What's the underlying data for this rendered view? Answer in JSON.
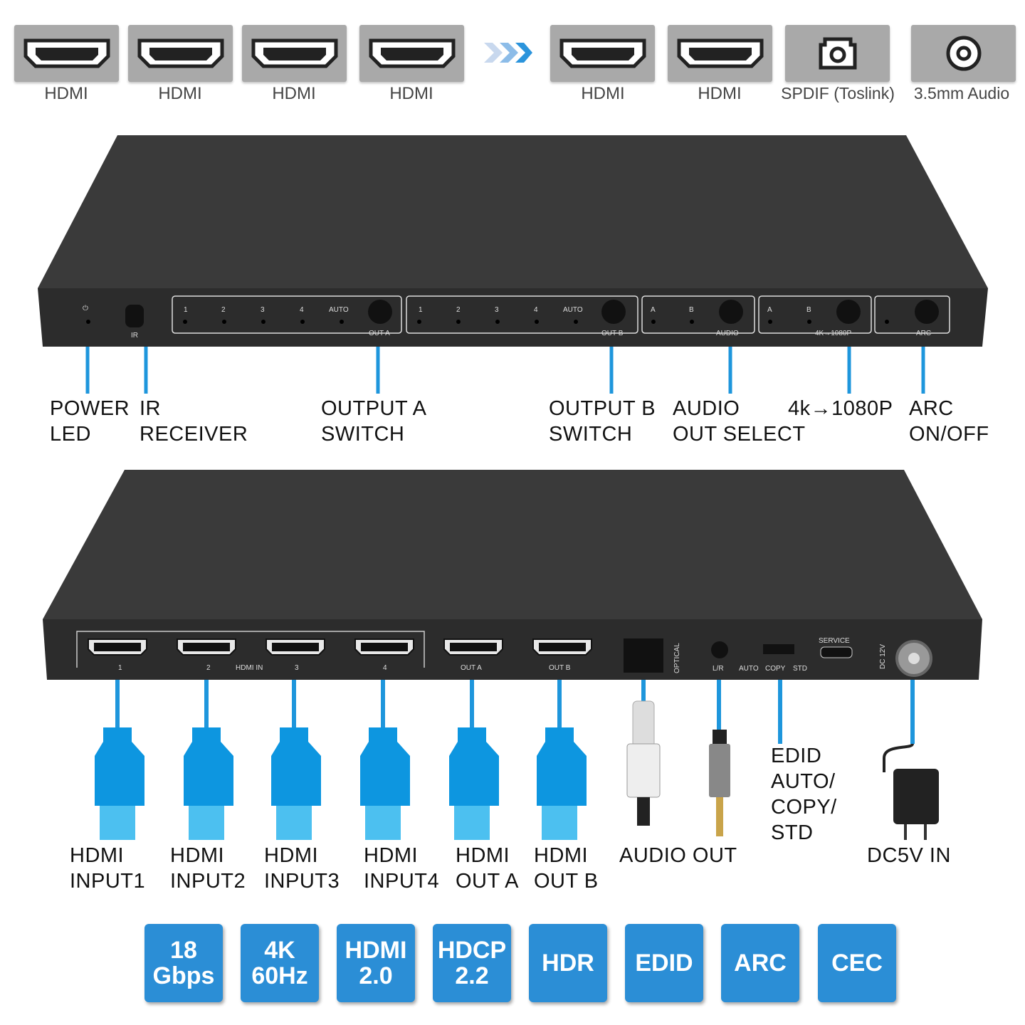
{
  "ports_top": [
    {
      "label": "HDMI",
      "icon": "hdmi-port-icon"
    },
    {
      "label": "HDMI",
      "icon": "hdmi-port-icon"
    },
    {
      "label": "HDMI",
      "icon": "hdmi-port-icon"
    },
    {
      "label": "HDMI",
      "icon": "hdmi-port-icon"
    },
    {
      "label": "HDMI",
      "icon": "hdmi-port-icon"
    },
    {
      "label": "HDMI",
      "icon": "hdmi-port-icon"
    },
    {
      "label": "SPDIF (Toslink)",
      "icon": "toslink-port-icon"
    },
    {
      "label": "3.5mm Audio",
      "icon": "audio-jack-icon"
    }
  ],
  "front_panel": {
    "power_led": "⏻",
    "ir": "IR",
    "out_a": {
      "nums": [
        "1",
        "2",
        "3",
        "4",
        "AUTO"
      ],
      "label": "OUT A"
    },
    "out_b": {
      "nums": [
        "1",
        "2",
        "3",
        "4",
        "AUTO"
      ],
      "label": "OUT B"
    },
    "audio": {
      "nums": [
        "A",
        "B"
      ],
      "label": "AUDIO"
    },
    "downscale": {
      "nums": [
        "A",
        "B"
      ],
      "label": "4K→1080P"
    },
    "arc": {
      "label": "ARC"
    }
  },
  "front_labels": [
    "POWER\nLED",
    "IR\nRECEIVER",
    "OUTPUT A\nSWITCH",
    "OUTPUT B\nSWITCH",
    "AUDIO\nOUT SELECT",
    "4k→1080P",
    "ARC\nON/OFF"
  ],
  "rear_panel": {
    "inputs": [
      "1",
      "2",
      "3",
      "4"
    ],
    "hdmi_in": "HDMI IN",
    "out_a": "OUT A",
    "out_b": "OUT B",
    "optical": "OPTICAL",
    "lr": "L/R",
    "edid": [
      "AUTO",
      "COPY",
      "STD"
    ],
    "service": "SERVICE",
    "dc": "DC 12V"
  },
  "rear_labels": [
    "HDMI\nINPUT1",
    "HDMI\nINPUT2",
    "HDMI\nINPUT3",
    "HDMI\nINPUT4",
    "HDMI\nOUT A",
    "HDMI\nOUT B",
    "AUDIO OUT",
    "EDID\nAUTO/\nCOPY/\nSTD",
    "DC5V IN"
  ],
  "badges": [
    "18\nGbps",
    "4K\n60Hz",
    "HDMI\n2.0",
    "HDCP\n2.2",
    "HDR",
    "EDID",
    "ARC",
    "CEC"
  ],
  "colors": {
    "accent": "#1e96dc",
    "badge": "#2b8ed6",
    "device": "#2e2e2e"
  }
}
